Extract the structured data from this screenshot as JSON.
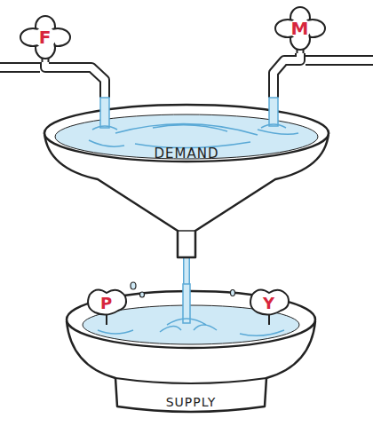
{
  "diagram": {
    "nodes": [
      {
        "text": [
          "F"
        ]
      },
      {
        "text": [
          "M"
        ]
      },
      {
        "text": [
          "DEMAND"
        ]
      },
      {
        "text": [
          "SUPPLY"
        ]
      },
      {
        "text": [
          "P"
        ],
        "in": 3
      },
      {
        "text": [
          "Y"
        ],
        "in": 3
      }
    ],
    "edges": [
      {
        "from": 0,
        "to": 2,
        "arrow": "none"
      },
      {
        "from": 1,
        "to": 2,
        "arrow": "none"
      },
      {
        "from": 2,
        "to": 3,
        "arrow": "none"
      }
    ]
  }
}
